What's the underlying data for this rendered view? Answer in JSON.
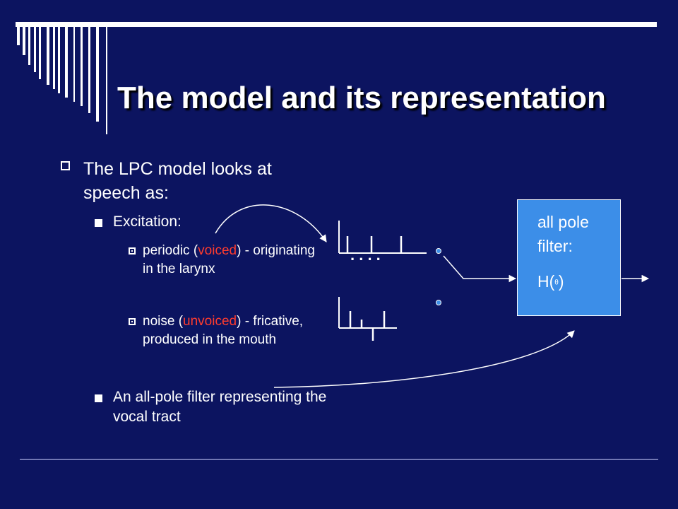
{
  "title": "The model and its representation",
  "bullets": {
    "intro": "The LPC model looks at speech as:",
    "excitation_label": "Excitation:",
    "periodic": {
      "before": "periodic (",
      "highlight": "voiced",
      "after": ") - originating in the larynx"
    },
    "noise": {
      "before": "noise (",
      "highlight": "unvoiced",
      "after": ") - fricative, produced in the mouth"
    },
    "filter_item": "An all-pole filter representing the vocal tract"
  },
  "diagram": {
    "filter_box_label": "all pole filter:",
    "transfer_prefix": "H(",
    "transfer_symbol": "θ",
    "transfer_suffix": ")",
    "pulse_train_ellipsis": ". . . ."
  },
  "colors": {
    "background": "#0c1460",
    "highlight": "#ff3c2e",
    "filter_box": "#3c8ee8",
    "switch_node": "#3c8ee8"
  }
}
